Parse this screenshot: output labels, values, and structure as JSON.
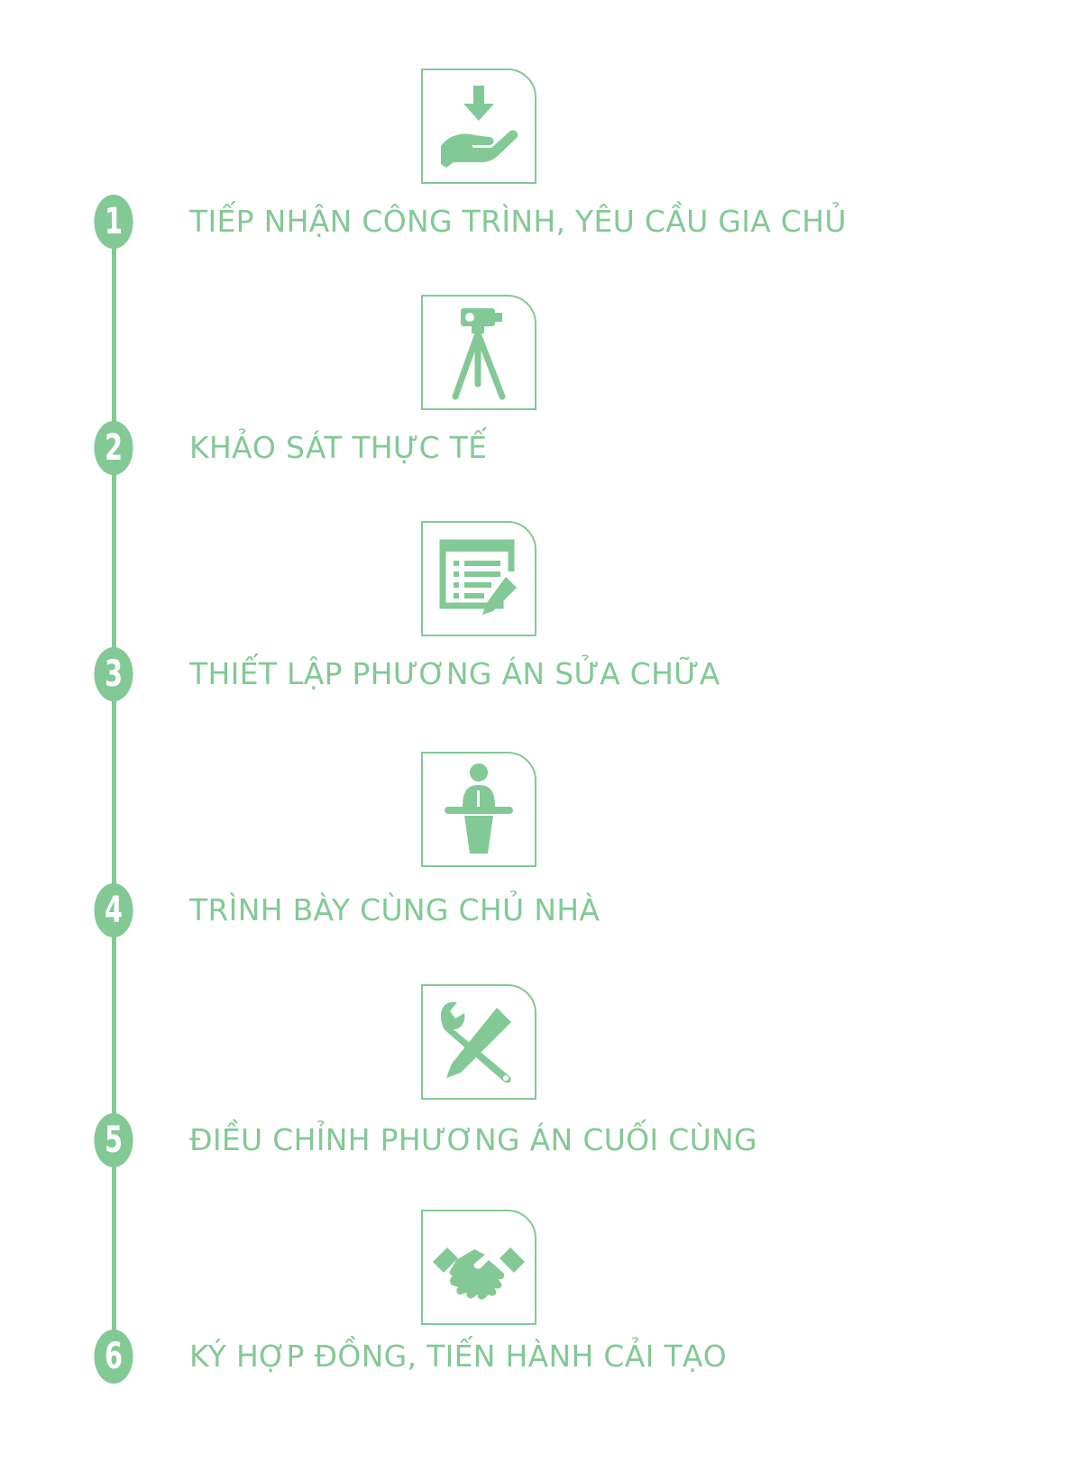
{
  "colors": {
    "accent": "#82c995",
    "background": "#ffffff"
  },
  "steps": [
    {
      "number": "1",
      "title": "TIẾP NHẬN CÔNG TRÌNH, YÊU CẦU GIA CHỦ",
      "icon": "hand-receive-download-icon"
    },
    {
      "number": "2",
      "title": "KHẢO SÁT THỰC TẾ",
      "icon": "survey-tripod-camera-icon"
    },
    {
      "number": "3",
      "title": "THIẾT LẬP PHƯƠNG ÁN SỬA CHỮA",
      "icon": "plan-document-pencil-icon"
    },
    {
      "number": "4",
      "title": "TRÌNH BÀY CÙNG CHỦ NHÀ",
      "icon": "presenter-podium-icon"
    },
    {
      "number": "5",
      "title": "ĐIỀU CHỈNH PHƯƠNG ÁN CUỐI CÙNG",
      "icon": "wrench-pencil-tools-icon"
    },
    {
      "number": "6",
      "title": "KÝ HỢP ĐỒNG, TIẾN HÀNH CẢI TẠO",
      "icon": "handshake-icon"
    }
  ]
}
